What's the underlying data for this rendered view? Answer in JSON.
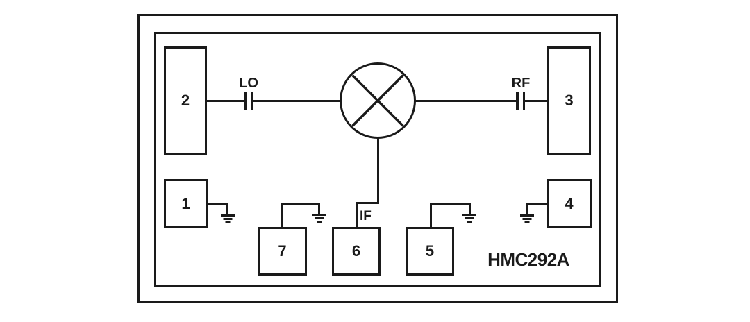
{
  "part_number": "HMC292A",
  "ports": {
    "lo": "LO",
    "rf": "RF",
    "if": "IF"
  },
  "pads": {
    "p1": "1",
    "p2": "2",
    "p3": "3",
    "p4": "4",
    "p5": "5",
    "p6": "6",
    "p7": "7"
  },
  "symbols": {
    "mixer": "mixer-multiplier-circle-x",
    "capacitor": "series-capacitor",
    "ground": "ground"
  },
  "colors": {
    "line": "#1a1a1a",
    "background": "#ffffff"
  }
}
